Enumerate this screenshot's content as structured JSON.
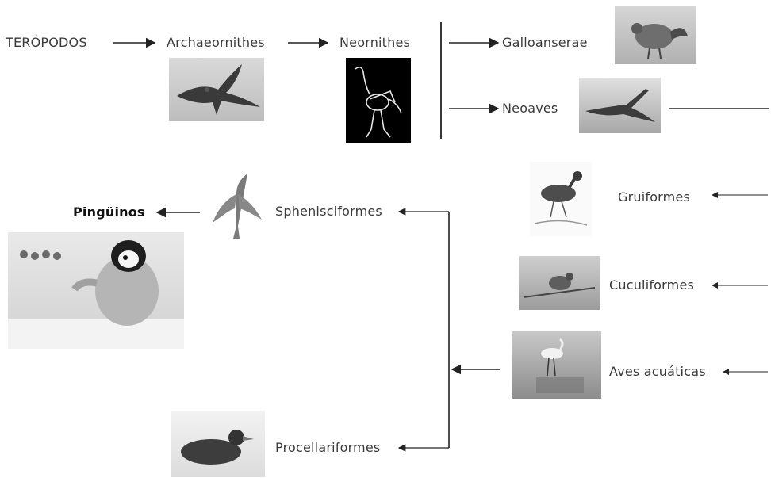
{
  "labels": {
    "teropodos": "TERÓPODOS",
    "archaeornithes": "Archaeornithes",
    "neornithes": "Neornithes",
    "galloanserae": "Galloanserae",
    "neoaves": "Neoaves",
    "gruiformes": "Gruiformes",
    "cuculiformes": "Cuculiformes",
    "aves_acuaticas": "Aves acuáticas",
    "sphenisciformes": "Sphenisciformes",
    "pinguinos": "Pingüinos",
    "procellariformes": "Procellariformes"
  },
  "images": {
    "archaeopteryx": "archaeopteryx-illustration",
    "neornithes": "bird-skeleton-illustration",
    "galloanserae": "fowl-photo",
    "neoaves": "flamingo-photo",
    "gruiformes": "rail-bird-drawing",
    "cuculiformes": "cuckoo-photo",
    "aves_acuaticas": "egret-photo",
    "sphenisciformes": "penguin-ancestor-drawing",
    "pinguinos": "penguin-chick-photo",
    "procellariformes": "petrel-photo"
  }
}
